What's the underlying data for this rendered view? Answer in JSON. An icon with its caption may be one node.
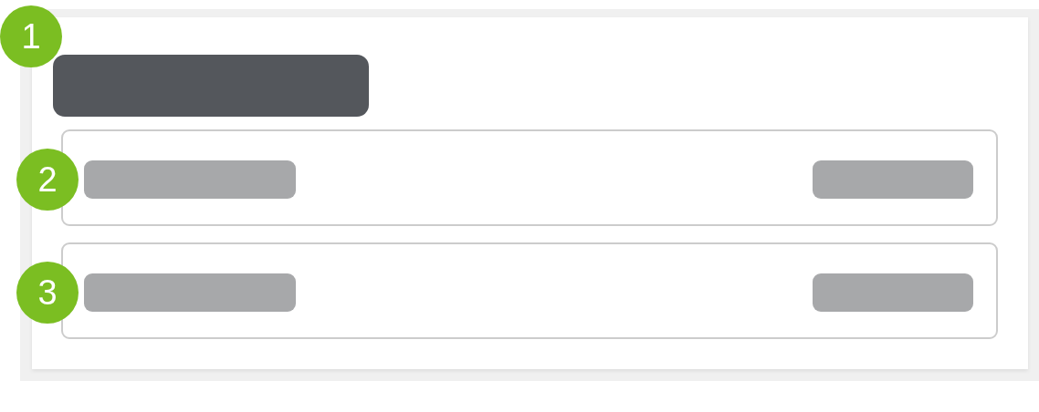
{
  "diagram": {
    "labels": [
      "1",
      "2",
      "3"
    ]
  }
}
